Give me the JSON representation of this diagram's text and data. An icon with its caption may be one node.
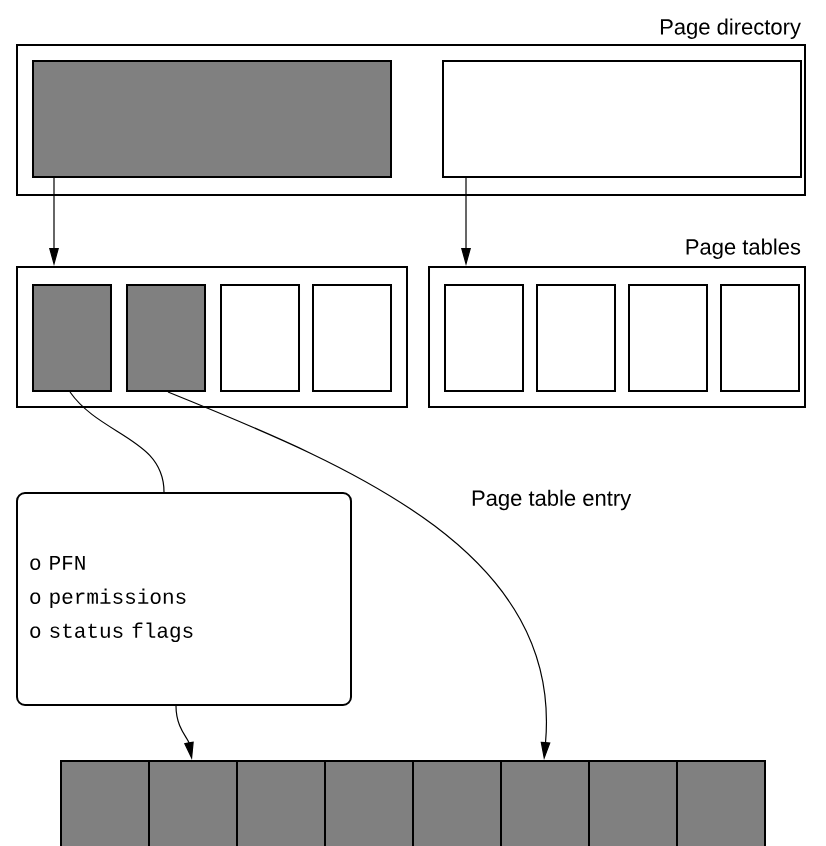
{
  "diagram": {
    "nodes": [
      {
        "text": [
          "Page directory"
        ]
      },
      {
        "text": [],
        "shape": "box",
        "in": 0
      },
      {
        "text": [],
        "shape": "box",
        "in": 0
      },
      {
        "text": [],
        "shape": "box"
      },
      {
        "text": [],
        "shape": "box",
        "in": 3
      },
      {
        "text": [],
        "shape": "box",
        "in": 3
      },
      {
        "text": [],
        "shape": "box",
        "in": 3
      },
      {
        "text": [],
        "shape": "box",
        "in": 3
      },
      {
        "text": [],
        "shape": "box"
      },
      {
        "text": [],
        "shape": "box",
        "in": 8
      },
      {
        "text": [],
        "shape": "box",
        "in": 8
      },
      {
        "text": [],
        "shape": "box",
        "in": 8
      },
      {
        "text": [],
        "shape": "box",
        "in": 8
      },
      {
        "text": [
          "o PFN",
          "o permissions",
          "o status flags"
        ]
      },
      {
        "text": [],
        "shape": "box"
      },
      {
        "text": [],
        "shape": "box"
      },
      {
        "text": [],
        "shape": "box"
      },
      {
        "text": [],
        "shape": "box"
      },
      {
        "text": [],
        "shape": "box"
      },
      {
        "text": [],
        "shape": "box"
      },
      {
        "text": [],
        "shape": "box"
      },
      {
        "text": [],
        "shape": "box"
      }
    ],
    "edges": [
      {
        "from": 1,
        "to": 3,
        "arrow": "to"
      },
      {
        "from": 2,
        "to": 8,
        "arrow": "to"
      },
      {
        "from": 4,
        "to": 13,
        "arrow": "none"
      },
      {
        "from": 5,
        "to": 19,
        "arrow": "to"
      },
      {
        "from": 13,
        "to": 15,
        "arrow": "to"
      }
    ],
    "labels": [
      "Page tables",
      "Page table entry"
    ]
  }
}
